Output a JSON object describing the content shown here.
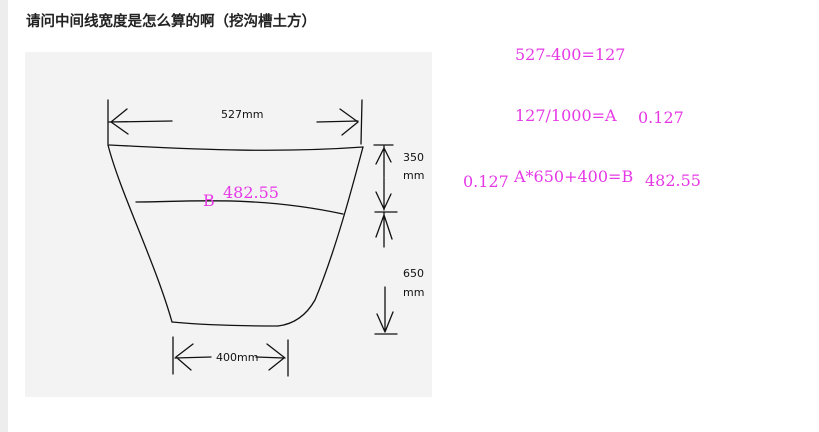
{
  "question": {
    "title": "请问中间线宽度是怎么算的啊（挖沟槽土方）"
  },
  "diagram": {
    "top_width": "527mm",
    "bottom_width": "400mm",
    "upper_height_value": "350",
    "upper_height_unit": "mm",
    "lower_height_value": "650",
    "lower_height_unit": "mm",
    "mid_label": "B",
    "mid_value": "482.55"
  },
  "calculations": {
    "line1": "527-400=127",
    "line2_formula": "127/1000=A",
    "line2_result": "0.127",
    "line3_prefix": "0.127",
    "line3_formula": "A*650+400=B",
    "line3_result": "482.55"
  },
  "colors": {
    "annotation": "#e639e6",
    "sketch": "#111111",
    "panel_bg": "#f3f3f3"
  }
}
